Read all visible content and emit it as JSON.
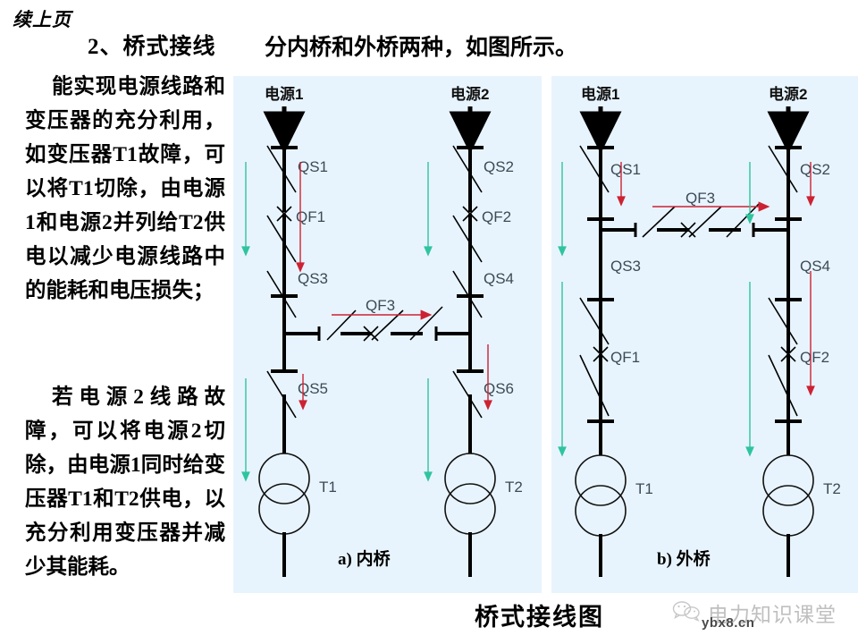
{
  "header": {
    "continued_label": "续上页",
    "section_title": "2、桥式接线",
    "intro_line": "分内桥和外桥两种，如图所示。"
  },
  "body": {
    "paragraph_1": "能实现电源线路和变压器的充分利用，如变压器T1故障，可以将T1切除，由电源1和电源2并列给T2供电以减少电源线路中的能耗和电压损失；",
    "paragraph_2": "若电源2线路故障，可以将电源2切除，由电源1同时给变压器T1和T2供电，以充分利用变压器并减少其能耗。"
  },
  "figure": {
    "caption": "桥式接线图",
    "panel_a": {
      "caption": "a) 内桥",
      "source_left_label": "电源1",
      "source_right_label": "电源2",
      "transformer_left_label": "T1",
      "transformer_right_label": "T2",
      "bridge_label": "QF3",
      "devices_left": [
        "QS1",
        "QF1",
        "QS3",
        "QS5"
      ],
      "devices_right": [
        "QS2",
        "QF2",
        "QS4",
        "QS6"
      ]
    },
    "panel_b": {
      "caption": "b) 外桥",
      "source_left_label": "电源1",
      "source_right_label": "电源2",
      "transformer_left_label": "T1",
      "transformer_right_label": "T2",
      "bridge_label": "QF3",
      "devices_left": [
        "QS1",
        "QS3",
        "QF1"
      ],
      "devices_right": [
        "QS2",
        "QS4",
        "QF2"
      ]
    }
  },
  "watermark": {
    "brand": "电力知识课堂",
    "url": "ybx8.cn",
    "icon": "wechat-icon"
  },
  "colors": {
    "panel_background": "#e8f4fd",
    "wire": "#000000",
    "flow_arrow_green": "#2ec4a0",
    "flow_arrow_red": "#cc2233",
    "label_text": "#3b4a56"
  }
}
